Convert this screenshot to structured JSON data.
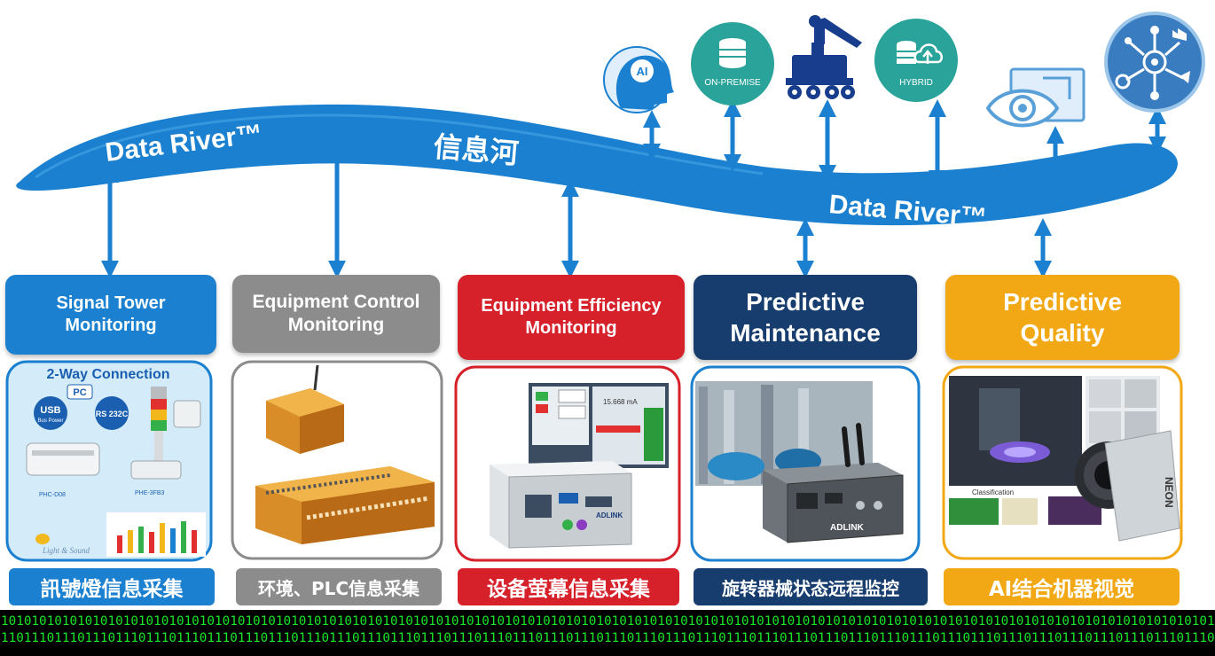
{
  "river": {
    "label_left": "Data River™",
    "label_cn": "信息河",
    "label_right": "Data River™",
    "color": "#1a80cf"
  },
  "icons": {
    "ai": "AI",
    "on_premise": "ON-PREMISE",
    "hybrid": "HYBRID"
  },
  "columns": [
    {
      "title_line1": "Signal Tower",
      "title_line2": "Monitoring",
      "caption": "訊號燈信息采集",
      "color": "#1a80cf"
    },
    {
      "title_line1": "Equipment Control",
      "title_line2": "Monitoring",
      "caption": "环境、PLC信息采集",
      "color": "#8c8c8c"
    },
    {
      "title_line1": "Equipment Efficiency",
      "title_line2": "Monitoring",
      "caption": "设备萤幕信息采集",
      "color": "#d6202a"
    },
    {
      "title_line1": "Predictive",
      "title_line2": "Maintenance",
      "caption": "旋转器械状态远程监控",
      "color": "#173d6e"
    },
    {
      "title_line1": "Predictive",
      "title_line2": "Quality",
      "caption": "AI结合机器视觉",
      "color": "#f2a814"
    }
  ],
  "image_texts": {
    "two_way": "2-Way Connection",
    "pc": "PC",
    "usb": "USB",
    "usb_sub": "Bus Power",
    "rs232": "RS 232C",
    "phc_model": "PHC-D08",
    "phe_model": "PHE-3FB3",
    "light_sound": "Light & Sound",
    "hmi_reading": "15.668 mA",
    "adlink": "ADLINK",
    "classification": "Classification",
    "neon": "NEON"
  },
  "binary": {
    "line1": "10101010101010101010101010101010101010101010101010101010101010101010101010101010101010101010101010101010101010101010101010101010101010101010101010101010101010101010101010101010",
    "line2": "11011101110111011101110111011101110111011101110111011101110111011101110111011101110111011101110111011101110111011101110111011101110111011101110111011101110111011101110111011101"
  }
}
